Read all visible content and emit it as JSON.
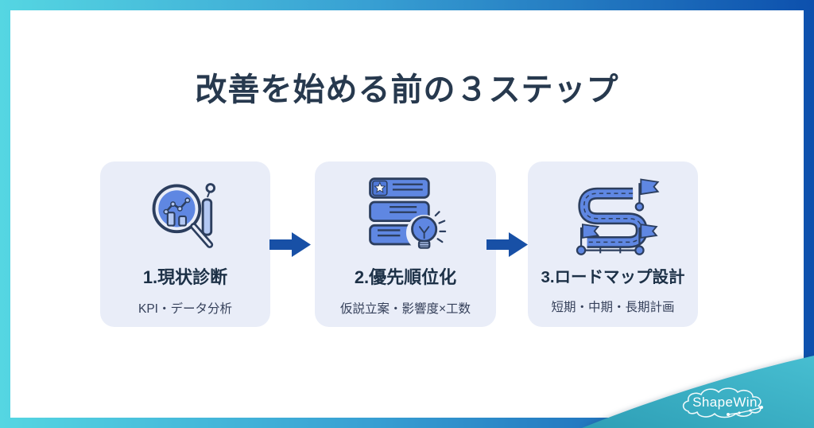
{
  "header": {
    "title": "改善を始める前の３ステップ"
  },
  "steps": [
    {
      "number_title": "1.現状診断",
      "subtitle": "KPI・データ分析",
      "icon": "magnifier-chart"
    },
    {
      "number_title": "2.優先順位化",
      "subtitle": "仮説立案・影響度×工数",
      "icon": "priority-list-bulb"
    },
    {
      "number_title": "3.ロードマップ設計",
      "subtitle": "短期・中期・長期計画",
      "icon": "roadmap-flags"
    }
  ],
  "logo": {
    "text": "ShapeWin"
  },
  "colors": {
    "frame_gradient_start": "#55d6e2",
    "frame_gradient_mid": "#38a0d3",
    "frame_gradient_end": "#0d50ad",
    "card_background": "#e9edf8",
    "title_text": "#27394e",
    "card_title_text": "#1d3147",
    "card_subtitle_text": "#35405a",
    "arrow_blue": "#1850a6",
    "icon_navy": "#2c3e5e",
    "icon_blue": "#5f87e2",
    "icon_light_blue": "#b3c8f3",
    "ribbon_teal_dark": "#2e9fb6",
    "ribbon_teal_light": "#47bed1",
    "logo_text_color": "#ffffff"
  }
}
